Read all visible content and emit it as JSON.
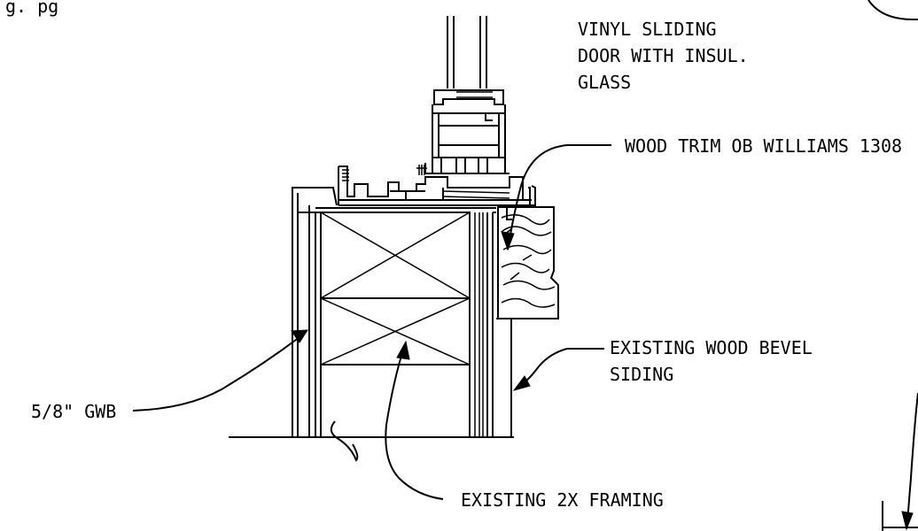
{
  "sheet": {
    "fragment_text": "g. pg"
  },
  "labels": {
    "door": [
      "VINYL SLIDING",
      "DOOR WITH INSUL.",
      "GLASS"
    ],
    "wood_trim": "WOOD TRIM OB WILLIAMS 1308",
    "siding": [
      "EXISTING WOOD BEVEL",
      "SIDING"
    ],
    "gwb": "5/8\" GWB",
    "framing": "EXISTING 2X FRAMING"
  },
  "colors": {
    "ink": "#000000",
    "paper": "#ffffff"
  }
}
